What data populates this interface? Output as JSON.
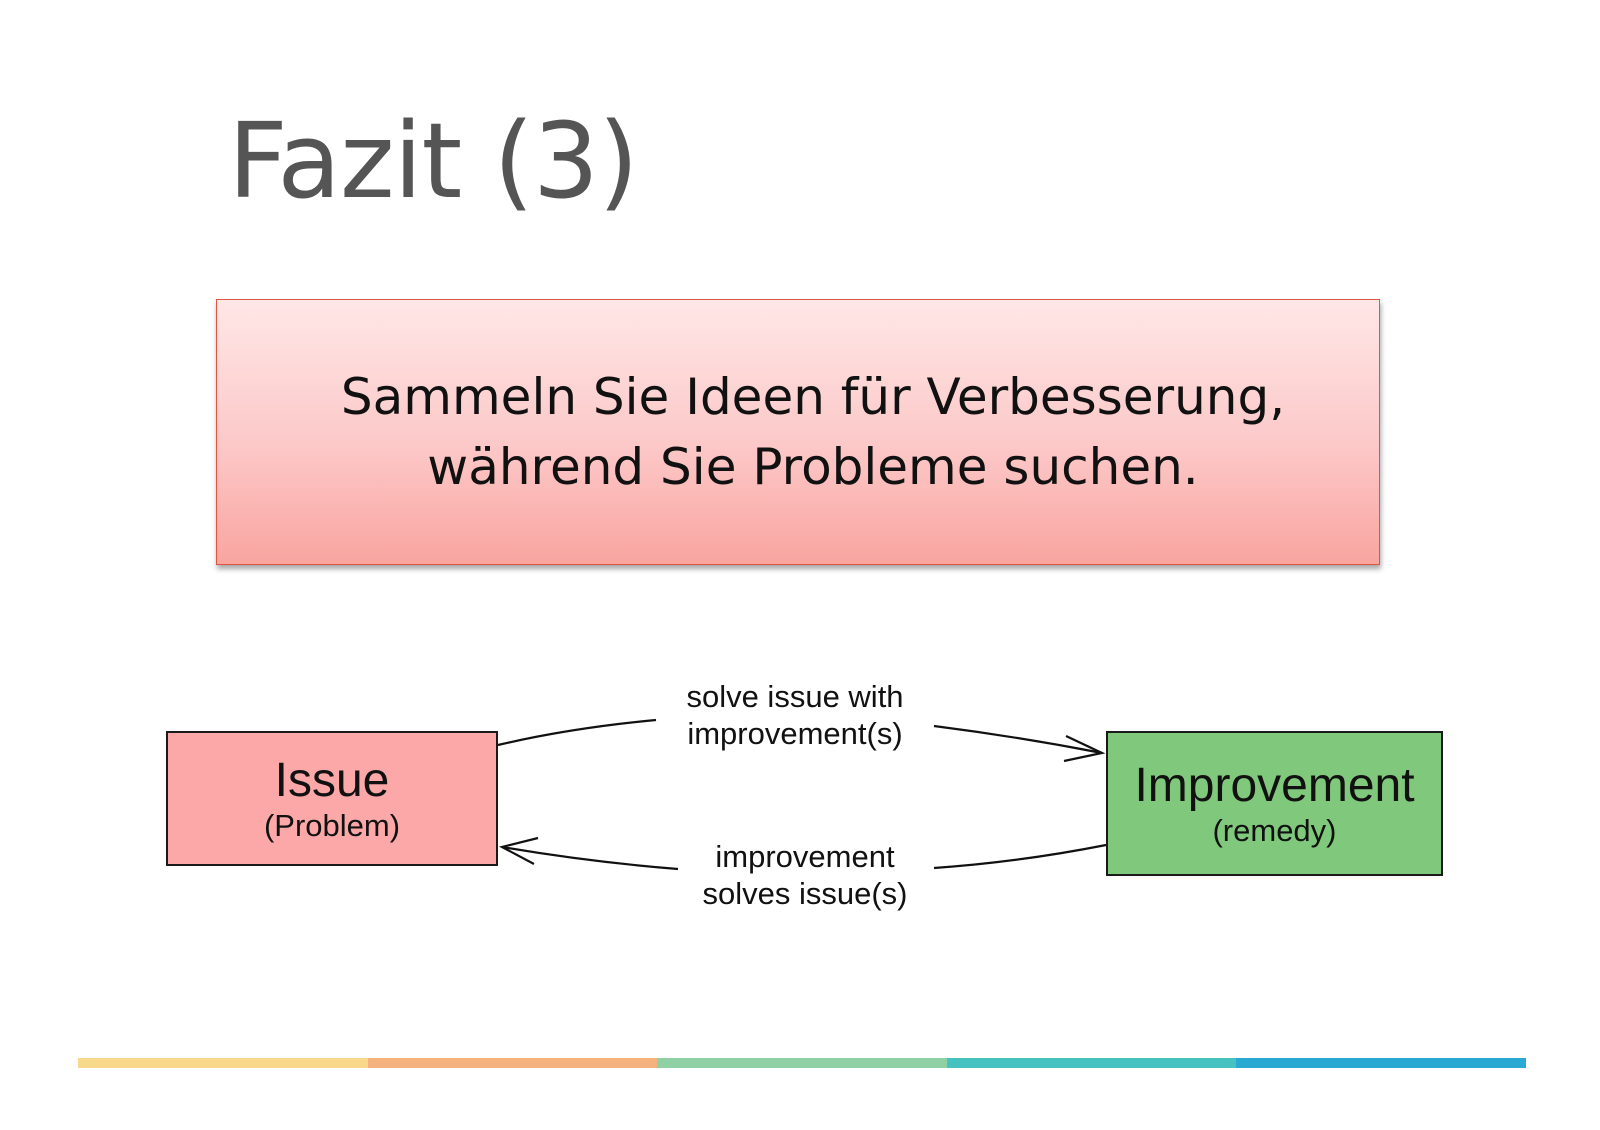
{
  "slide": {
    "title": "Fazit (3)"
  },
  "callout": {
    "line1": "Sammeln Sie Ideen für Verbesserung,",
    "line2": "während Sie Probleme suchen."
  },
  "diagram": {
    "nodes": {
      "issue": {
        "title": "Issue",
        "subtitle": "(Problem)",
        "color": "#fca8a8"
      },
      "improvement": {
        "title": "Improvement",
        "subtitle": "(remedy)",
        "color": "#80c97c"
      }
    },
    "edges": {
      "issue_to_improvement": {
        "line1": "solve issue with",
        "line2": "improvement(s)"
      },
      "improvement_to_issue": {
        "line1": "improvement",
        "line2": "solves issue(s)"
      }
    }
  },
  "footer_bar": {
    "colors": [
      "#f8d88a",
      "#f6b27e",
      "#8fd0a4",
      "#46c3c1",
      "#2aa9d2"
    ]
  }
}
